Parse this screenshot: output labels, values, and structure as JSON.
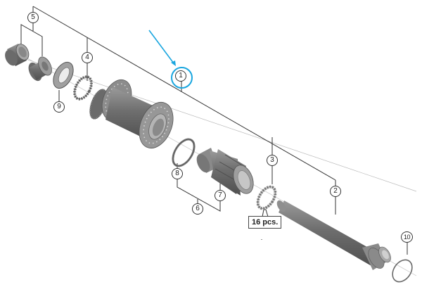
{
  "diagram": {
    "type": "exploded-parts-diagram",
    "subject": "rear hub assembly",
    "accent_color": "#1aa6df",
    "line_color": "#333333",
    "part_color": "#8a8a8a",
    "callouts": [
      {
        "id": "1",
        "label": "1",
        "part": "hub body assembly",
        "highlighted": true
      },
      {
        "id": "2",
        "label": "2",
        "part": "axle"
      },
      {
        "id": "3",
        "label": "3",
        "part": "steel balls",
        "quantity_note": "16 pcs."
      },
      {
        "id": "4",
        "label": "4",
        "part": "ball retainer"
      },
      {
        "id": "5",
        "label": "5",
        "part": "cone / lock nut set"
      },
      {
        "id": "6",
        "label": "6",
        "part": "freehub body set"
      },
      {
        "id": "7",
        "label": "7",
        "part": "freehub body"
      },
      {
        "id": "8",
        "label": "8",
        "part": "freehub washer"
      },
      {
        "id": "9",
        "label": "9",
        "part": "dust cap"
      },
      {
        "id": "10",
        "label": "10",
        "part": "o-ring"
      }
    ],
    "quantity_label": "16 pcs."
  }
}
